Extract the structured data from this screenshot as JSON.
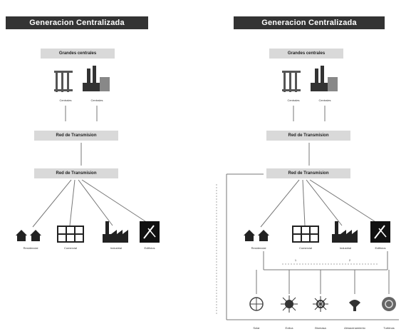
{
  "left": {
    "title": "Generacion Centralizada",
    "top_box": "Grandes centrales",
    "plant_labels": [
      "Centrales",
      "Centrales"
    ],
    "mid_box": "Red de Transmision",
    "bottom_box": "Red de Transmision",
    "consumer_labels": [
      "Residencial",
      "Comercial",
      "Industrial",
      "Edificios"
    ]
  },
  "right": {
    "title": "Generacion Centralizada",
    "top_box": "Grandes centrales",
    "plant_labels": [
      "Centrales",
      "Centrales"
    ],
    "mid_box": "Red de Transmision",
    "bottom_box": "Red de Transmision",
    "consumer_labels": [
      "Residencial",
      "Comercial",
      "Industrial",
      "Edificios"
    ],
    "der_labels": [
      "Solar",
      "Eolica",
      "Biomasa",
      "Almacenamiento",
      "Turbinas"
    ],
    "line_markers": [
      "1",
      "2"
    ]
  },
  "colors": {
    "title_bg": "#333333",
    "box_bg": "#d9d9d9",
    "line": "#777777",
    "icon": "#222222"
  }
}
